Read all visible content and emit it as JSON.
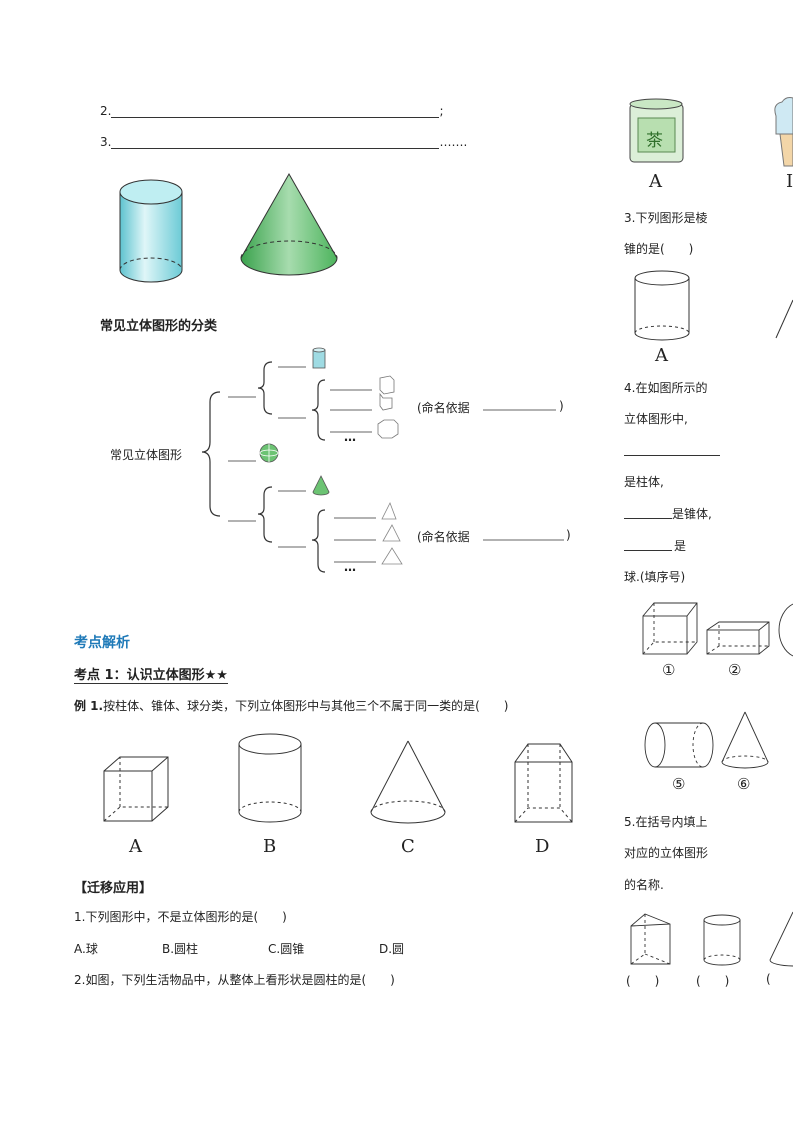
{
  "left": {
    "line2": {
      "num": "2.",
      "end": ";"
    },
    "line3": {
      "num": "3.",
      "end": "…….",
      "_": ""
    },
    "classify_heading": "常见立体图形的分类",
    "tree": {
      "root": "常见立体图形",
      "basis1": "(命名依据",
      "basis1_end": ")",
      "basis2": "(命名依据",
      "basis2_end": ")",
      "ellipsis": "…"
    },
    "section_title": "考点解析",
    "kaodian": "考点 1：认识立体图形",
    "kaodian_stars": "★★",
    "example": {
      "label": "例 1.",
      "text": "按柱体、锥体、球分类，下列立体图形中与其他三个不属于同一类的是(　　)"
    },
    "example_options": [
      "A",
      "B",
      "C",
      "D"
    ],
    "transfer_heading": "【迁移应用】",
    "q1": "1.下列图形中，不是立体图形的是(　　)",
    "q1_options": [
      "A.球",
      "B.圆柱",
      "C.圆锥",
      "D.圆"
    ],
    "q2": "2.如图，下列生活物品中，从整体上看形状是圆柱的是(　　)"
  },
  "right": {
    "top_labels": [
      "A",
      "I"
    ],
    "tea_char": "茶",
    "q3_line1": "3.下列图形是棱",
    "q3_line2": "锥的是(　　)",
    "q3_label_a": "A",
    "q4_line1": "4.在如图所示的",
    "q4_line2": "立体图形中,",
    "q4_line3": "是柱体,",
    "q4_line4": "是锥体,",
    "q4_line5": "是",
    "q4_line6": "球.(填序号)",
    "q4_nums": [
      "①",
      "②",
      "⑤",
      "⑥"
    ],
    "q5_line1": "5.在括号内填上",
    "q5_line2": "对应的立体图形",
    "q5_line3": "的名称.",
    "q5_parens": [
      "(　　)",
      "(　　)",
      "("
    ]
  },
  "colors": {
    "cyan": "#7fd6df",
    "green": "#5cbf6a",
    "section_blue": "#1f7ab8"
  }
}
